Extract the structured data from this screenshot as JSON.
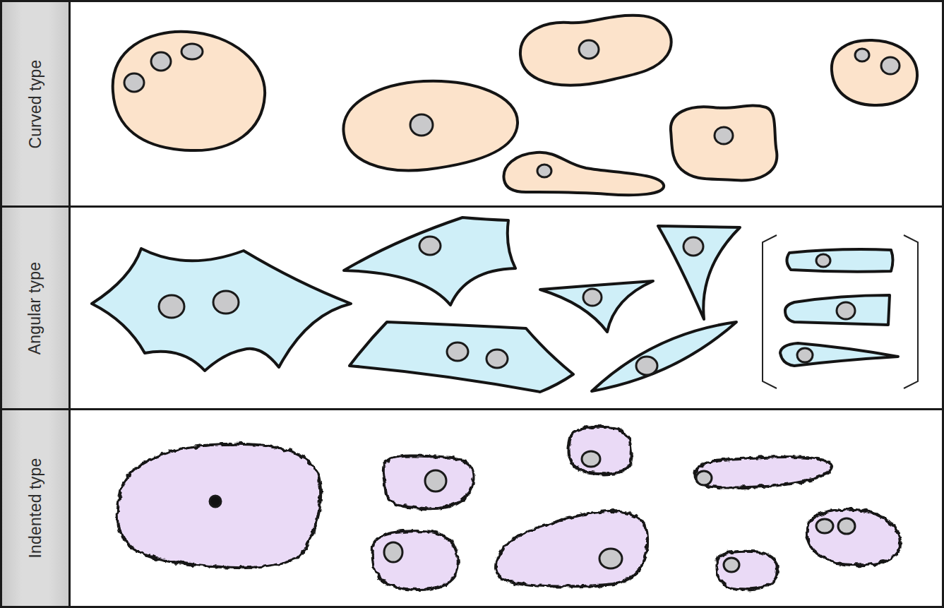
{
  "diagram": {
    "nodes": [
      {
        "text": [
          "Curved type"
        ]
      },
      {
        "text": [
          "Angular type"
        ]
      },
      {
        "text": [
          "Indented type"
        ]
      }
    ]
  }
}
